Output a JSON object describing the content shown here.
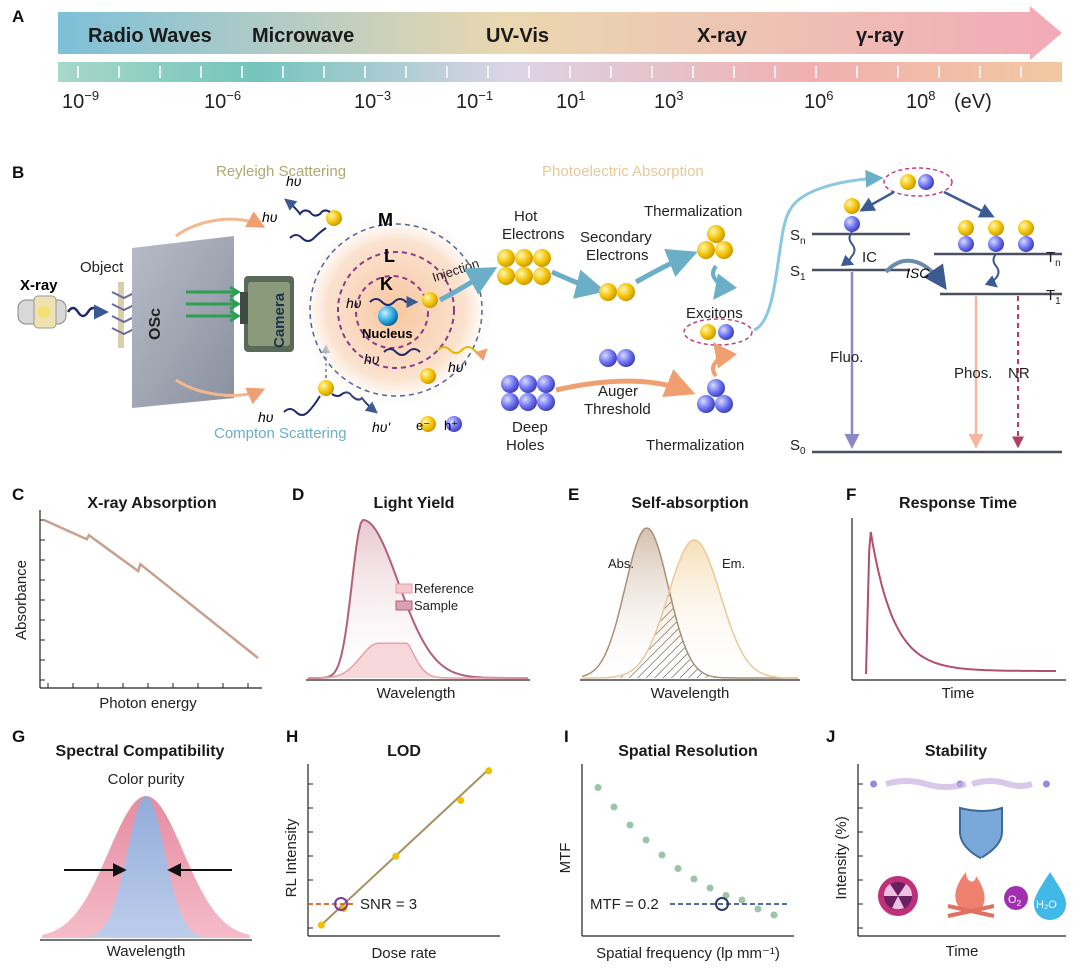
{
  "panels": {
    "a": {
      "letter": "A",
      "bands": [
        "Radio Waves",
        "Microwave",
        "UV-Vis",
        "X-ray",
        "γ-ray"
      ],
      "ticks": [
        {
          "base": "10",
          "exp": "−9"
        },
        {
          "base": "10",
          "exp": "−6"
        },
        {
          "base": "10",
          "exp": "−3"
        },
        {
          "base": "10",
          "exp": "−1"
        },
        {
          "base": "10",
          "exp": "1"
        },
        {
          "base": "10",
          "exp": "3"
        },
        {
          "base": "10",
          "exp": "6"
        },
        {
          "base": "10",
          "exp": "8"
        }
      ],
      "unit": "(eV)"
    },
    "b": {
      "letter": "B",
      "xray": "X-ray",
      "object": "Object",
      "osc": "OSc",
      "camera": "Camera",
      "rayleigh": "Reyleigh Scattering",
      "compton": "Compton Scattering",
      "photoelectric": "Photoelectric Absorption",
      "shell_m": "M",
      "shell_l": "L",
      "shell_k": "K",
      "nucleus": "Nucleus",
      "hv": "hυ",
      "hv_prime": "hυ'",
      "injection": "Injection",
      "hot_electrons": "Hot\nElectrons",
      "secondary_electrons": "Secondary\nElectrons",
      "thermalization": "Thermalization",
      "excitons": "Excitons",
      "deep_holes": "Deep\nHoles",
      "auger": "Auger\nThreshold",
      "e_minus": "e⁻",
      "h_plus": "h⁺",
      "sn": "S",
      "sn_sub": "n",
      "s1": "S",
      "s1_sub": "1",
      "s0": "S",
      "s0_sub": "0",
      "tn": "T",
      "tn_sub": "n",
      "t1": "T",
      "t1_sub": "1",
      "ic": "IC",
      "isc": "ISC",
      "fluo": "Fluo.",
      "phos": "Phos.",
      "nr": "NR"
    },
    "c": {
      "letter": "C",
      "title": "X-ray Absorption",
      "xlabel": "Photon energy",
      "ylabel": "Absorbance"
    },
    "d": {
      "letter": "D",
      "title": "Light Yield",
      "xlabel": "Wavelength",
      "legend": [
        "Reference",
        "Sample"
      ]
    },
    "e": {
      "letter": "E",
      "title": "Self-absorption",
      "xlabel": "Wavelength",
      "abs": "Abs.",
      "em": "Em."
    },
    "f": {
      "letter": "F",
      "title": "Response Time",
      "xlabel": "Time"
    },
    "g": {
      "letter": "G",
      "title": "Spectral Compatibility",
      "subtitle": "Color purity",
      "xlabel": "Wavelength"
    },
    "h": {
      "letter": "H",
      "title": "LOD",
      "xlabel": "Dose rate",
      "ylabel": "RL Intensity",
      "annotation": "SNR = 3"
    },
    "i": {
      "letter": "I",
      "title": "Spatial Resolution",
      "xlabel": "Spatial frequency (lp mm⁻¹)",
      "ylabel": "MTF",
      "annotation": "MTF = 0.2"
    },
    "j": {
      "letter": "J",
      "title": "Stability",
      "xlabel": "Time",
      "ylabel": "Intensity (%)",
      "o2": "O",
      "o2_sub": "2",
      "h2o": "H₂O"
    }
  },
  "colors": {
    "yellow": "#f2c200",
    "blue": "#5a5fe0",
    "mauve": "#b0607a",
    "tan": "#a89078",
    "teal": "#6aaec8",
    "orange": "#f0a070"
  },
  "chart_data": [
    {
      "type": "line",
      "title": "X-ray Absorption",
      "xlabel": "Photon energy",
      "ylabel": "Absorbance",
      "series": [
        {
          "x": [
            0,
            0.2,
            0.21,
            0.44,
            0.45,
            1.0
          ],
          "y": [
            1.0,
            0.86,
            0.89,
            0.63,
            0.68,
            0.0
          ]
        }
      ]
    },
    {
      "type": "line",
      "title": "Light Yield",
      "xlabel": "Wavelength",
      "series": [
        {
          "name": "Reference",
          "peak_x": 0.32,
          "peak_y": 0.22
        },
        {
          "name": "Sample",
          "peak_x": 0.25,
          "peak_y": 1.0
        }
      ]
    },
    {
      "type": "area",
      "title": "Self-absorption",
      "xlabel": "Wavelength",
      "series": [
        {
          "name": "Abs.",
          "peak_x": 0.3,
          "peak_y": 1.0
        },
        {
          "name": "Em.",
          "peak_x": 0.52,
          "peak_y": 0.92
        }
      ]
    },
    {
      "type": "line",
      "title": "Response Time",
      "xlabel": "Time",
      "series": [
        {
          "x": [
            0,
            0.02,
            0.06,
            0.15,
            0.3,
            0.6,
            1.0
          ],
          "y": [
            0,
            1.0,
            0.7,
            0.38,
            0.18,
            0.06,
            0.02
          ]
        }
      ]
    },
    {
      "type": "area",
      "title": "Spectral Compatibility",
      "xlabel": "Wavelength",
      "series": [
        {
          "name": "broad",
          "center": 0.5,
          "width": 0.18
        },
        {
          "name": "narrow",
          "center": 0.5,
          "width": 0.09
        }
      ]
    },
    {
      "type": "scatter",
      "title": "LOD",
      "xlabel": "Dose rate",
      "ylabel": "RL Intensity",
      "series": [
        {
          "x": [
            0.05,
            0.17,
            0.45,
            0.8,
            0.95
          ],
          "y": [
            0.03,
            0.13,
            0.45,
            0.79,
            0.97
          ]
        }
      ],
      "fit": "linear"
    },
    {
      "type": "scatter",
      "title": "Spatial Resolution",
      "xlabel": "Spatial frequency (lp mm⁻¹)",
      "ylabel": "MTF",
      "series": [
        {
          "x": [
            0.05,
            0.13,
            0.21,
            0.29,
            0.37,
            0.45,
            0.53,
            0.61,
            0.69,
            0.77,
            0.85,
            0.93
          ],
          "y": [
            0.95,
            0.82,
            0.7,
            0.6,
            0.5,
            0.41,
            0.34,
            0.28,
            0.23,
            0.2,
            0.14,
            0.1
          ]
        }
      ]
    },
    {
      "type": "scatter",
      "title": "Stability",
      "xlabel": "Time",
      "ylabel": "Intensity (%)",
      "series": [
        {
          "x": [
            0.05,
            0.5,
            0.95
          ],
          "y": [
            0.95,
            0.95,
            0.95
          ]
        }
      ]
    }
  ]
}
